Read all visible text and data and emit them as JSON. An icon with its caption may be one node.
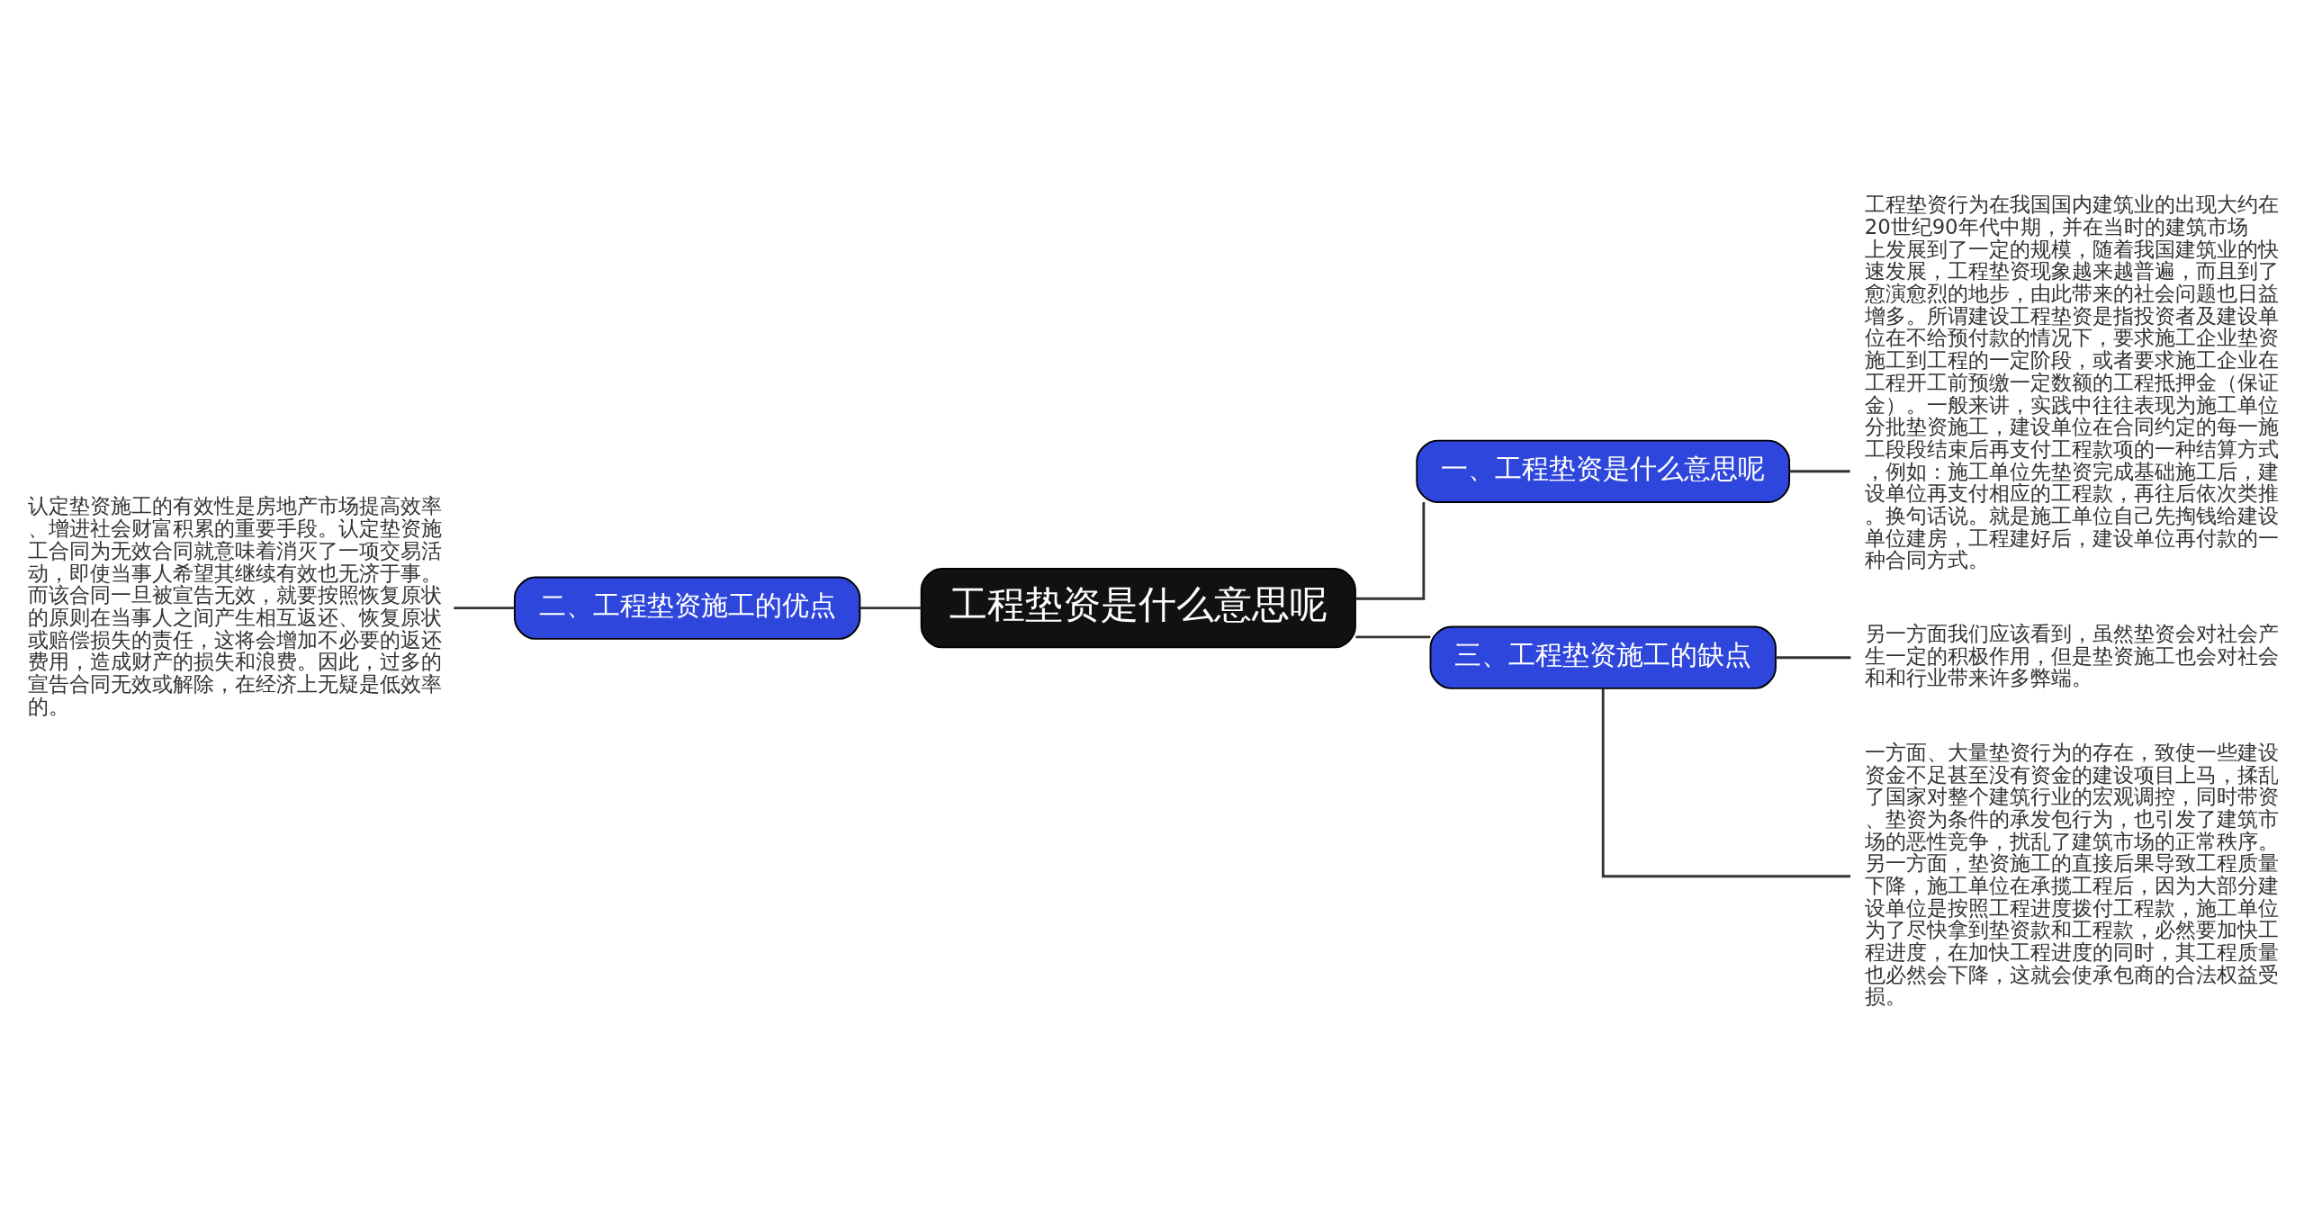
{
  "diagram": {
    "nodes": [
      {
        "text": [
          "工程垫资是什么意思呢"
        ]
      },
      {
        "text": [
          "一、工程垫资是什么意思呢"
        ]
      },
      {
        "text": [
          "工程垫资行为在我国国内建筑业的出现大约在20世纪90年代中期，并在当时的建筑市场上发展到了一定的规模，随着我国建筑业的快速发展，工程垫资现象越来越普遍，而且到了愈演愈烈的地步，由此带来的社会问题也日益增多。所谓建设工程垫资是指投资者及建设单位在不给预付款的情况下，要求施工企业垫资施工到工程的一定阶段，或者要求施工企业在工程开工前预缴一定数额的工程抵押金（保证金）。一般来讲，实践中往往表现为施工单位分批垫资施工，建设单位在合同约定的每一施工段段结束后再支付工程款项的一种结算方式，例如：施工单位先垫资完成基础施工后，建设单位再支付相应的工程款，再往后依次类推。换句话说。就是施工单位自己先掏钱给建设单位建房，工程建好后，建设单位再付款的一种合同方式。"
        ]
      },
      {
        "text": [
          "二、工程垫资施工的优点"
        ]
      },
      {
        "text": [
          "认定垫资施工的有效性是房地产市场提高效率、增进社会财富积累的重要手段。认定垫资施工合同为无效合同就意味着消灭了一项交易活动，即使当事人希望其继续有效也无济于事。而该合同一旦被宣告无效，就要按照恢复原状的原则在当事人之间产生相互返还、恢复原状或赔偿损失的责任，这将会增加不必要的返还费用，造成财产的损失和浪费。因此，过多的宣告合同无效或解除，在经济上无疑是低效率的。"
        ]
      },
      {
        "text": [
          "三、工程垫资施工的缺点"
        ]
      },
      {
        "text": [
          "另一方面我们应该看到，虽然垫资会对社会产生一定的积极作用，但是垫资施工也会对社会和和行业带来许多弊端。"
        ]
      },
      {
        "text": [
          "一方面、大量垫资行为的存在，致使一些建设资金不足甚至没有资金的建设项目上马，揉乱了国家对整个建筑行业的宏观调控，同时带资、垫资为条件的承发包行为，也引发了建筑市场的恶性竞争，扰乱了建筑市场的正常秩序。另一方面，垫资施工的直接后果导致工程质量下降，施工单位在承揽工程后，因为大部分建设单位是按照工程进度拨付工程款，施工单位为了尽快拿到垫资款和工程款，必然要加快工程进度，在加快工程进度的同时，其工程质量也必然会下降，这就会使承包商的合法权益受损。"
        ]
      }
    ],
    "edges": [
      {
        "from": 0,
        "to": 1,
        "arrow": "none"
      },
      {
        "from": 1,
        "to": 2,
        "arrow": "none"
      },
      {
        "from": 3,
        "to": 0,
        "arrow": "none"
      },
      {
        "from": 4,
        "to": 3,
        "arrow": "none"
      },
      {
        "from": 0,
        "to": 5,
        "arrow": "none"
      },
      {
        "from": 5,
        "to": 6,
        "arrow": "none"
      },
      {
        "from": 5,
        "to": 7,
        "arrow": "none"
      }
    ]
  }
}
